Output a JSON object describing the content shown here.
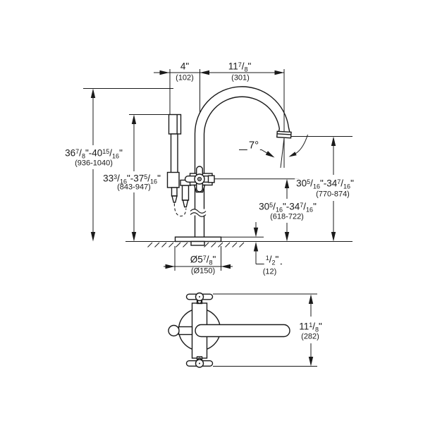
{
  "drawing": {
    "description": "freestanding bath tub faucet dimensional drawing, front elevation and plan view",
    "line_color": "#1a1a1a",
    "background": "#ffffff",
    "dimensions": {
      "spout_offset": {
        "value": "4\"",
        "mm": "(102)"
      },
      "spout_reach": {
        "value": "11 7/8\"",
        "mm": "(301)"
      },
      "overall_height": {
        "value": "36 7/8\"-40 15/16\"",
        "mm": "(936-1040)"
      },
      "handshower_height": {
        "value": "33 3/16\"-37 5/16\"",
        "mm": "(843-947)"
      },
      "spout_angle": {
        "value": "7°"
      },
      "outlet_height": {
        "value": "30 5/16\"-34 7/16\"",
        "mm": "(770-874)"
      },
      "valve_height": {
        "value": "30 5/16\"-34 7/16\"",
        "mm": "(618-722)"
      },
      "base_diameter": {
        "value": "Ø5 7/8\"",
        "mm": "(Ø150)"
      },
      "base_thickness": {
        "value": "1/2\"",
        "mm": "(12)"
      },
      "plan_depth": {
        "value": "11 1/8\"",
        "mm": "(282)"
      }
    }
  }
}
